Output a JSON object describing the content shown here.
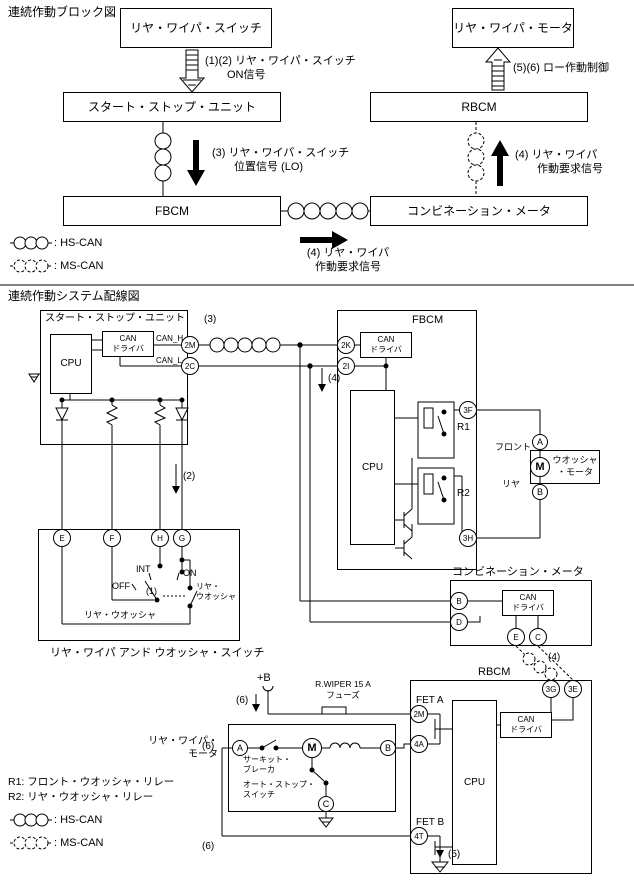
{
  "block_diagram": {
    "title": "連続作動ブロック図",
    "boxes": {
      "rear_wiper_switch": "リヤ・ワイパ・スイッチ",
      "rear_wiper_motor": "リヤ・ワイパ・モータ",
      "start_stop_unit": "スタート・ストップ・ユニット",
      "rbcm": "RBCM",
      "fbcm": "FBCM",
      "combination_meter": "コンビネーション・メータ"
    },
    "signals": {
      "s12": "(1)(2) リヤ・ワイパ・スイッチ\n　　ON信号",
      "s56": "(5)(6) ロー作動制御",
      "s3": "(3) リヤ・ワイパ・スイッチ\n　　位置信号 (LO)",
      "s4_right": "(4) リヤ・ワイパ\n　　作動要求信号",
      "s4_bottom": "(4) リヤ・ワイパ\n作動要求信号"
    },
    "legend": {
      "hs_can": ": HS-CAN",
      "ms_can": ": MS-CAN"
    }
  },
  "wiring_diagram": {
    "title": "連続作動システム配線図",
    "start_stop_unit": {
      "label": "スタート・ストップ・ユニット",
      "cpu": "CPU",
      "can_driver": "CAN\nドライバ",
      "can_h": "CAN_H",
      "can_l": "CAN_L",
      "conn_2m": "2M",
      "conn_2c": "2C"
    },
    "fbcm": {
      "label": "FBCM",
      "cpu": "CPU",
      "can_driver": "CAN\nドライバ",
      "r1": "R1",
      "r2": "R2",
      "conn_2k": "2K",
      "conn_2i": "2I",
      "conn_3f": "3F",
      "conn_3h": "3H"
    },
    "washer_motor": {
      "front": "フロント",
      "rear": "リヤ",
      "label": "ウオッシャ\n・モータ",
      "motor": "M",
      "conn_a": "A",
      "conn_b": "B"
    },
    "wiper_washer_switch": {
      "caption": "リヤ・ワイパ アンド ウオッシャ・スイッチ",
      "conn_e": "E",
      "conn_f": "F",
      "conn_h": "H",
      "conn_g": "G",
      "int": "INT",
      "on": "ON",
      "off": "OFF",
      "mark1": "(1)",
      "washer_right": "リヤ・\nウオッシャ",
      "washer_bottom": "リヤ・ウオッシャ"
    },
    "combination_meter": {
      "label": "コンビネーション・メータ",
      "can_driver": "CAN\nドライバ",
      "conn_b": "B",
      "conn_d": "D",
      "conn_e": "E",
      "conn_c": "C"
    },
    "rbcm": {
      "label": "RBCM",
      "cpu": "CPU",
      "can_driver": "CAN\nドライバ",
      "fet_a": "FET A",
      "fet_b": "FET B",
      "conn_3g": "3G",
      "conn_3e": "3E",
      "conn_2m": "2M",
      "conn_4a": "4A",
      "conn_4t": "4T"
    },
    "rear_wiper_motor": {
      "label": "リヤ・ワイパ・\nモータ",
      "motor": "M",
      "plus_b": "+B",
      "fuse": "R.WIPER 15 A\nフューズ",
      "circuit_breaker": "サーキット・\nブレーカ",
      "auto_stop_switch": "オート・ストップ・\nスイッチ",
      "conn_a": "A",
      "conn_b": "B",
      "conn_c": "C"
    },
    "marks": {
      "m2": "(2)",
      "m3": "(3)",
      "m4": "(4)",
      "m4b": "(4)",
      "m5": "(5)",
      "m6a": "(6)",
      "m6b": "(6)",
      "m6c": "(6)"
    },
    "legend": {
      "r1": "R1: フロント・ウオッシャ・リレー",
      "r2": "R2: リヤ・ウオッシャ・リレー",
      "hs_can": ": HS-CAN",
      "ms_can": ": MS-CAN"
    }
  }
}
